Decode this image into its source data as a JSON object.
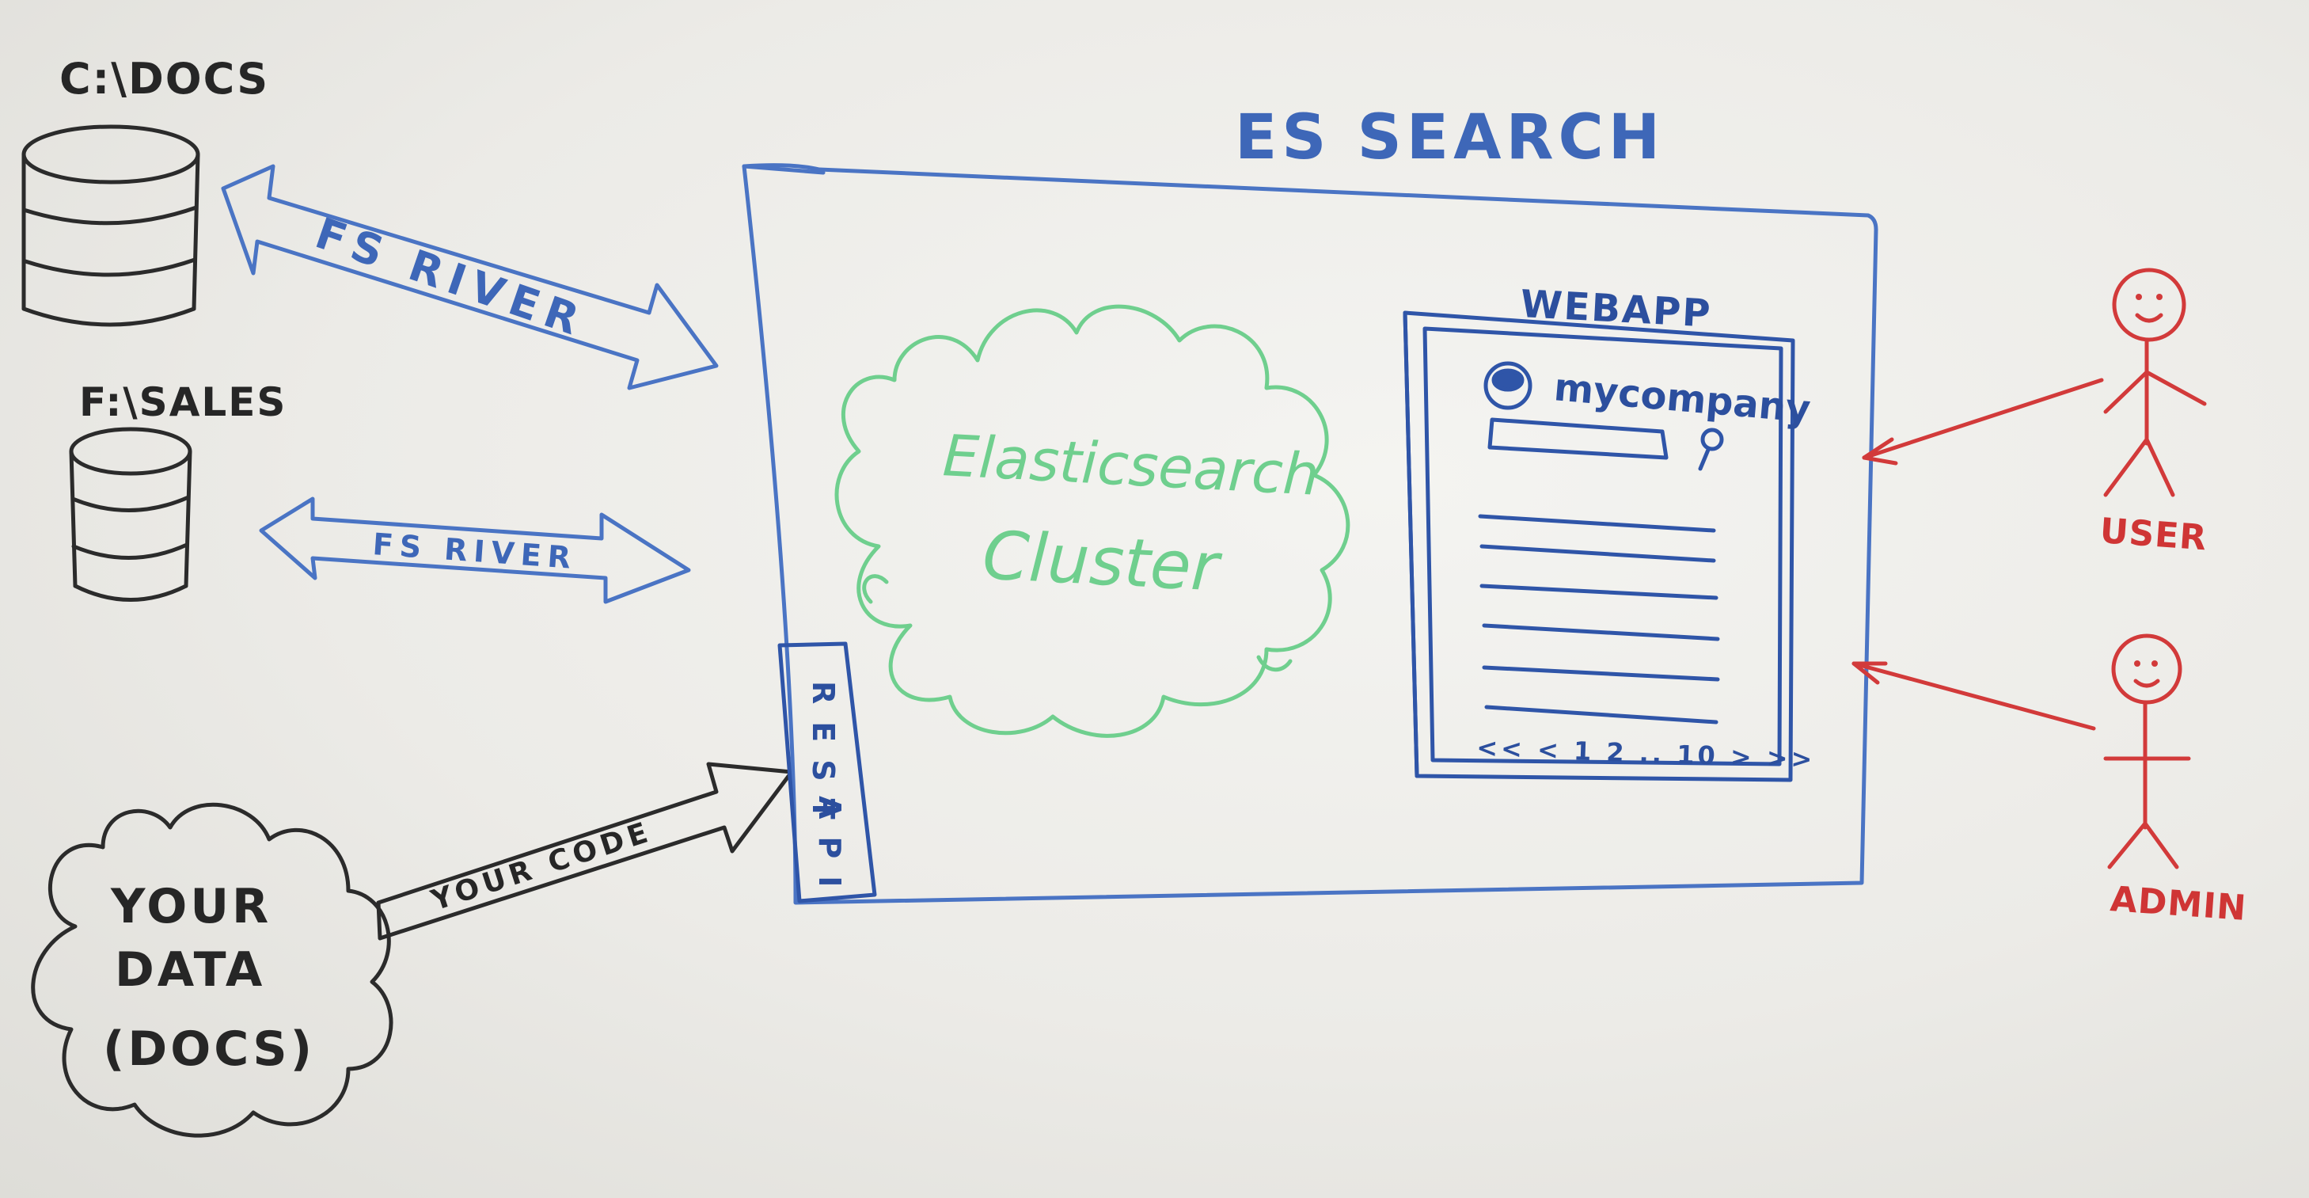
{
  "title": "ES SEARCH",
  "sources": {
    "docs_label": "C:\\DOCS",
    "sales_label": "F:\\SALES",
    "river_top": "FS RIVER",
    "river_bottom": "FS RIVER",
    "data_line1": "YOUR",
    "data_line2": "DATA",
    "data_line3": "(DOCS)",
    "code_label": "YOUR CODE"
  },
  "cluster": {
    "line1": "Elasticsearch",
    "line2": "Cluster"
  },
  "rest_api": {
    "word1": "REST",
    "word2": "API"
  },
  "webapp": {
    "label": "WEBAPP",
    "brand": "mycompany",
    "pagination": "<< < 1 2 .. 10 > >>"
  },
  "actors": {
    "user_label": "USER",
    "admin_label": "ADMIN"
  },
  "colors": {
    "black_ink": "#2b2b2b",
    "blue_ink": "#4a74c4",
    "green_ink": "#6fcf8e",
    "red_ink": "#d23a3a",
    "board": "#ecebe7"
  }
}
